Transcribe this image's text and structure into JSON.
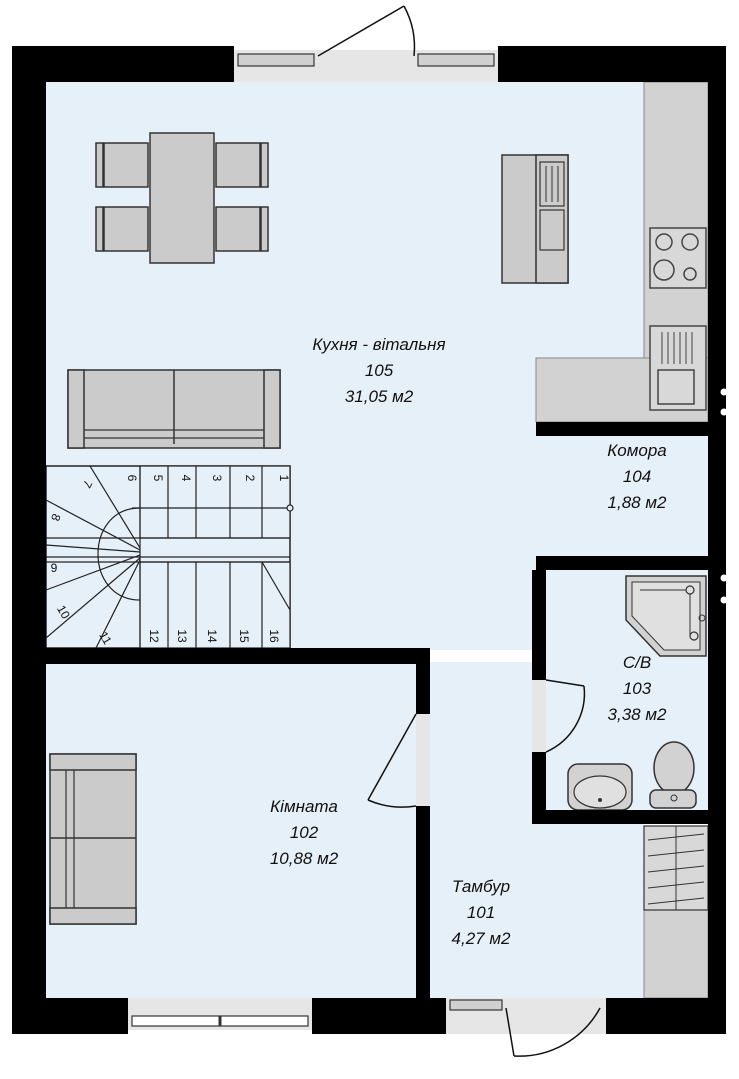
{
  "rooms": {
    "kitchen": {
      "name": "Кухня - вітальня",
      "number": "105",
      "area": "31,05 м2"
    },
    "storage": {
      "name": "Комора",
      "number": "104",
      "area": "1,88 м2"
    },
    "wc": {
      "name": "С/В",
      "number": "103",
      "area": "3,38 м2"
    },
    "room": {
      "name": "Кімната",
      "number": "102",
      "area": "10,88 м2"
    },
    "vestibule": {
      "name": "Тамбур",
      "number": "101",
      "area": "4,27 м2"
    }
  },
  "stairs": {
    "steps": [
      "1",
      "2",
      "3",
      "4",
      "5",
      "6",
      "7",
      "8",
      "9",
      "10",
      "11",
      "12",
      "13",
      "14",
      "15",
      "16"
    ]
  },
  "colors": {
    "floor": "#e6f0f8",
    "wall": "#000000",
    "furniture": "#cbcbcb",
    "counter": "#d2d2d2",
    "window": "#e6e6e6"
  }
}
